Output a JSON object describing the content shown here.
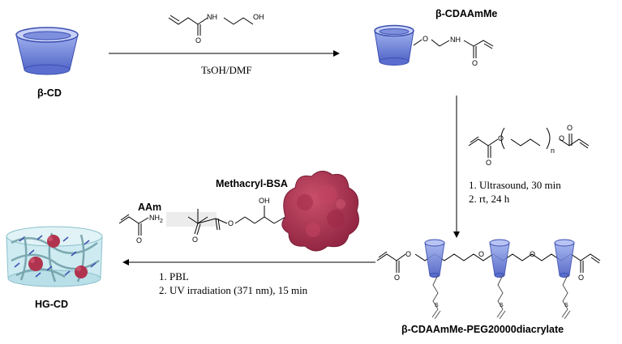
{
  "compounds": {
    "beta_cd": "β-CD",
    "cdaamme": "β-CDAAmMe",
    "aam": "AAm",
    "methacryl_bsa": "Methacryl-BSA",
    "hg_cd": "HG-CD",
    "product": "β-CDAAmMe-PEG20000diacrylate"
  },
  "step1": {
    "conditions": "TsOH/DMF"
  },
  "step2": {
    "conditions": [
      "1.   Ultrasound, 30 min",
      "2.   rt, 24 h"
    ]
  },
  "step3": {
    "conditions": [
      "1.   PBL",
      "2.   UV irradiation (371 nm), 15 min"
    ]
  },
  "atoms": {
    "nh": "NH",
    "oh": "OH",
    "o": "O",
    "n": "n",
    "nh2": "NH",
    "sub2": "2",
    "s": "S"
  },
  "colors": {
    "cd_blue": "#7b8fd9",
    "cd_dark": "#3c4fb0",
    "protein": "#b0344f",
    "hydrogel": "#bfe3ea"
  }
}
